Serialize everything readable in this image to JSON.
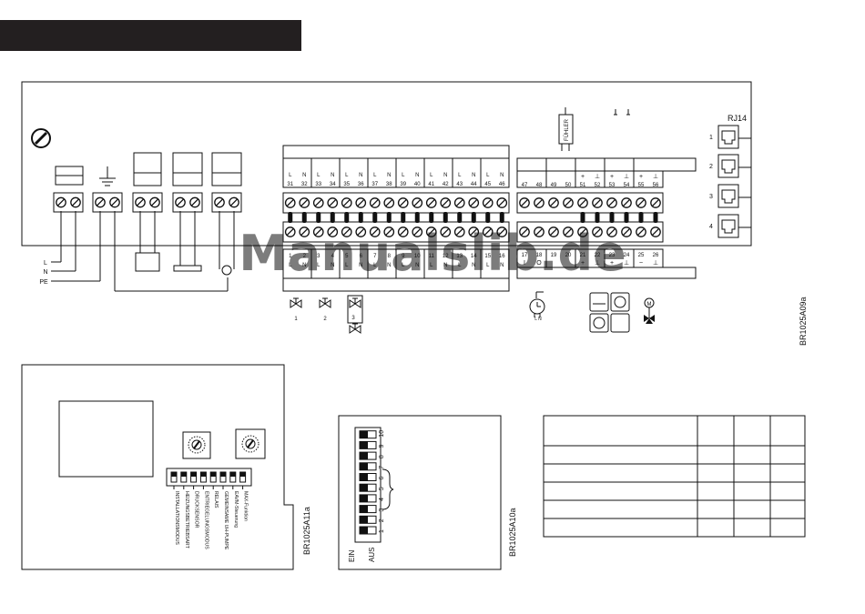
{
  "header": {
    "bar_color": "#231f20"
  },
  "watermark": {
    "text": "Manualslib.de",
    "color": "#1e64c8"
  },
  "main_board": {
    "figure_code": "BR1025A09a",
    "rj14": {
      "title": "RJ14",
      "ports": [
        "1",
        "2",
        "3",
        "4"
      ]
    },
    "sensor_label": "FÜHLER",
    "wiring_labels": [
      "L",
      "N",
      "PE"
    ],
    "upper_terminals_a": [
      "31",
      "32",
      "33",
      "34",
      "35",
      "36",
      "37",
      "38",
      "39",
      "40",
      "41",
      "42",
      "43",
      "44",
      "45",
      "46"
    ],
    "upper_ln_a": [
      "L",
      "N",
      "L",
      "N",
      "L",
      "N",
      "L",
      "N",
      "L",
      "N",
      "L",
      "N",
      "L",
      "N",
      "L",
      "N"
    ],
    "upper_terminals_b": [
      "47",
      "48",
      "49",
      "50",
      "51",
      "52",
      "53",
      "54",
      "55",
      "56"
    ],
    "upper_symbols_b": [
      "",
      "",
      "",
      "",
      "+",
      "⊥",
      "+",
      "⊥",
      "+",
      "⊥"
    ],
    "lower_terminals_a": [
      "1",
      "2",
      "3",
      "4",
      "5",
      "6",
      "7",
      "8",
      "9",
      "10",
      "11",
      "12",
      "13",
      "14",
      "15",
      "16"
    ],
    "lower_ln_a": [
      "L",
      "N",
      "L",
      "N",
      "L",
      "N",
      "L",
      "N",
      "L",
      "N",
      "L",
      "N",
      "L",
      "N",
      "L",
      "N"
    ],
    "lower_terminals_b": [
      "17",
      "18",
      "19",
      "20",
      "21",
      "22",
      "23",
      "24",
      "25",
      "26"
    ],
    "lower_symbols_b": [
      "I",
      "O",
      "",
      "",
      "+",
      "⊥",
      "+",
      "⊥",
      "~",
      "⊥"
    ],
    "valve_labels": [
      "1",
      "2",
      "3"
    ],
    "clock_label": "L N"
  },
  "bottom_left_panel": {
    "figure_code": "BR1025A11a",
    "switch_labels": [
      "INSTALLATIONSMODUS",
      "HEIZUNGSBETRIEBSART",
      "DRUCKSENSOR",
      "ENTRIEGELUNGSMODUS",
      "RELAIS",
      "GEMEINSAME UH-PUMPE",
      "EAVM-Steuerung",
      "MAX-Funktion"
    ]
  },
  "dip_panel": {
    "figure_code": "BR1025A10a",
    "numbers": [
      "1",
      "2",
      "3",
      "4",
      "5",
      "6",
      "7",
      "8",
      "9",
      "10"
    ],
    "on_label": "EIN",
    "off_label": "AUS"
  },
  "table": {
    "rows": 6,
    "cols": 4
  }
}
